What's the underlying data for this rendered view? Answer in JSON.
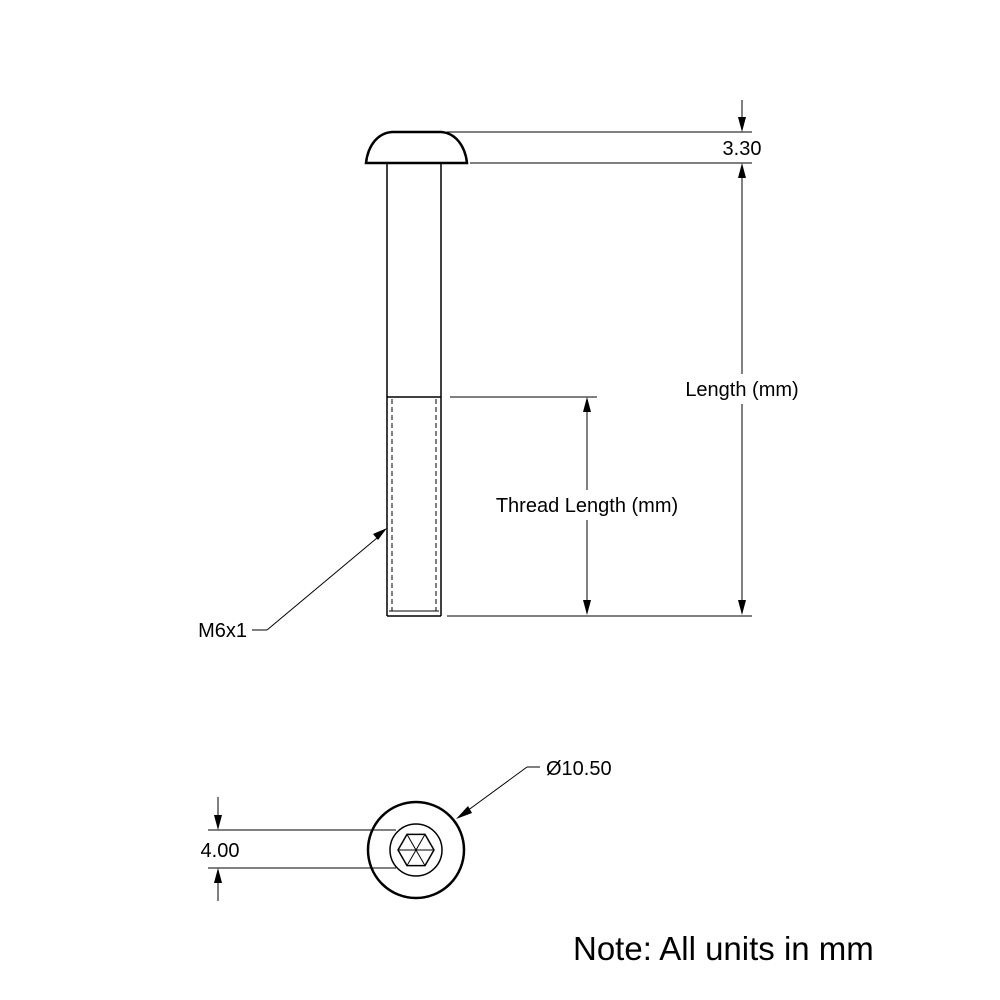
{
  "dimensions": {
    "head_height": "3.30",
    "length": "Length (mm)",
    "thread_length": "Thread Length (mm)",
    "thread_spec": "M6x1",
    "head_diameter": "Ø10.50",
    "hex_socket": "4.00"
  },
  "note": "Note: All units in mm"
}
